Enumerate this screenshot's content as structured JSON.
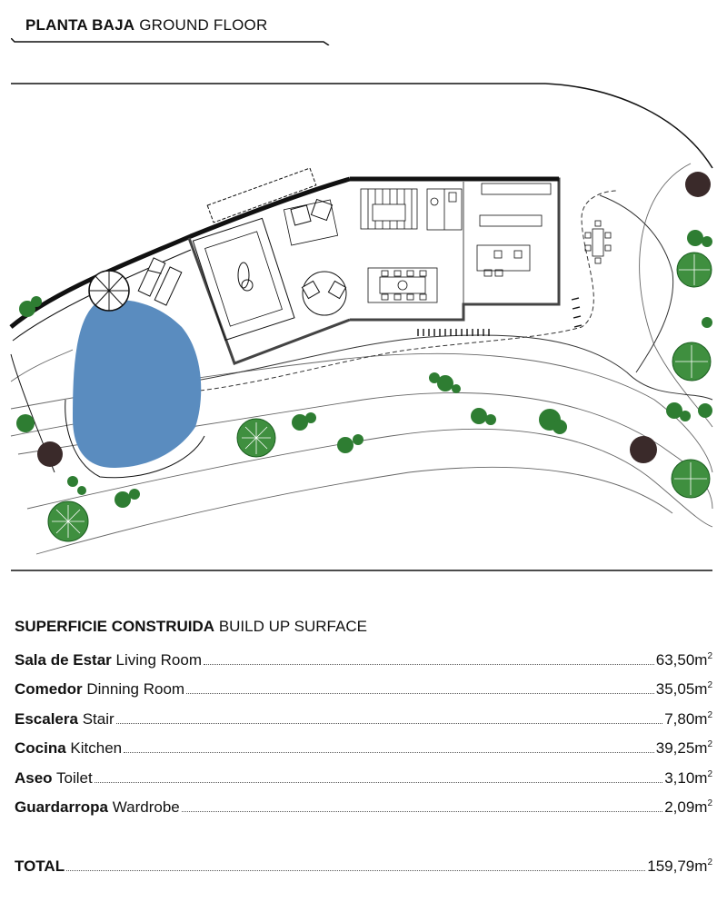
{
  "header": {
    "title_es": "PLANTA BAJA",
    "title_en": "GROUND FLOOR"
  },
  "plan": {
    "pool_color": "#5a8cbf",
    "tree_color": "#2e7d32"
  },
  "surface": {
    "title_es": "SUPERFICIE CONSTRUIDA",
    "title_en": "BUILD UP SURFACE",
    "rows": [
      {
        "es": "Sala de Estar",
        "en": "Living Room",
        "value": "63,50m",
        "unit": "2"
      },
      {
        "es": "Comedor",
        "en": "Dinning Room",
        "value": "35,05m",
        "unit": "2"
      },
      {
        "es": "Escalera",
        "en": "Stair",
        "value": "7,80m",
        "unit": "2"
      },
      {
        "es": "Cocina",
        "en": "Kitchen",
        "value": "39,25m",
        "unit": "2"
      },
      {
        "es": "Aseo",
        "en": "Toilet",
        "value": "3,10m",
        "unit": "2"
      },
      {
        "es": "Guardarropa",
        "en": "Wardrobe",
        "value": "2,09m",
        "unit": "2"
      }
    ],
    "total": {
      "label": "TOTAL",
      "value": "159,79m",
      "unit": "2"
    }
  }
}
